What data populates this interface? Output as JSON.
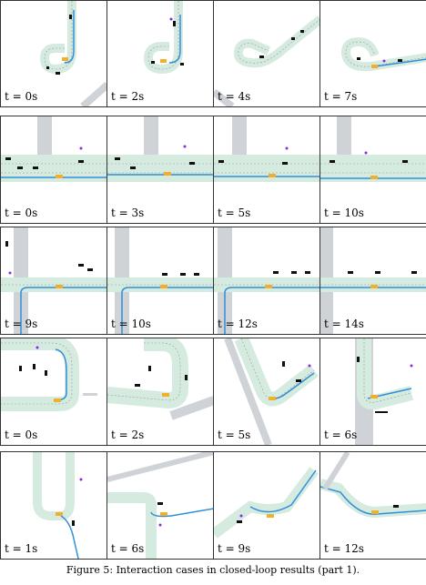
{
  "figure": {
    "caption": "Figure 5: Interaction cases in closed-loop results (part 1).",
    "rows": [
      {
        "labels": [
          "t = 0s",
          "t = 2s",
          "t = 4s",
          "t = 7s"
        ]
      },
      {
        "labels": [
          "t = 0s",
          "t = 3s",
          "t = 5s",
          "t = 10s"
        ]
      },
      {
        "labels": [
          "t = 9s",
          "t = 10s",
          "t = 12s",
          "t = 14s"
        ]
      },
      {
        "labels": [
          "t = 0s",
          "t = 2s",
          "t = 5s",
          "t = 6s"
        ]
      },
      {
        "labels": [
          "t = 1s",
          "t = 6s",
          "t = 9s",
          "t = 12s"
        ]
      }
    ]
  },
  "colors": {
    "road": "#d6ebe0",
    "lane_line": "#9a9a9a",
    "ego_vehicle": "#f2b02a",
    "planned_path": "#2f8fd8",
    "vehicle": "#111111",
    "pedestrian": "#8a2be2",
    "crosswalk": "#cfd3d8"
  }
}
